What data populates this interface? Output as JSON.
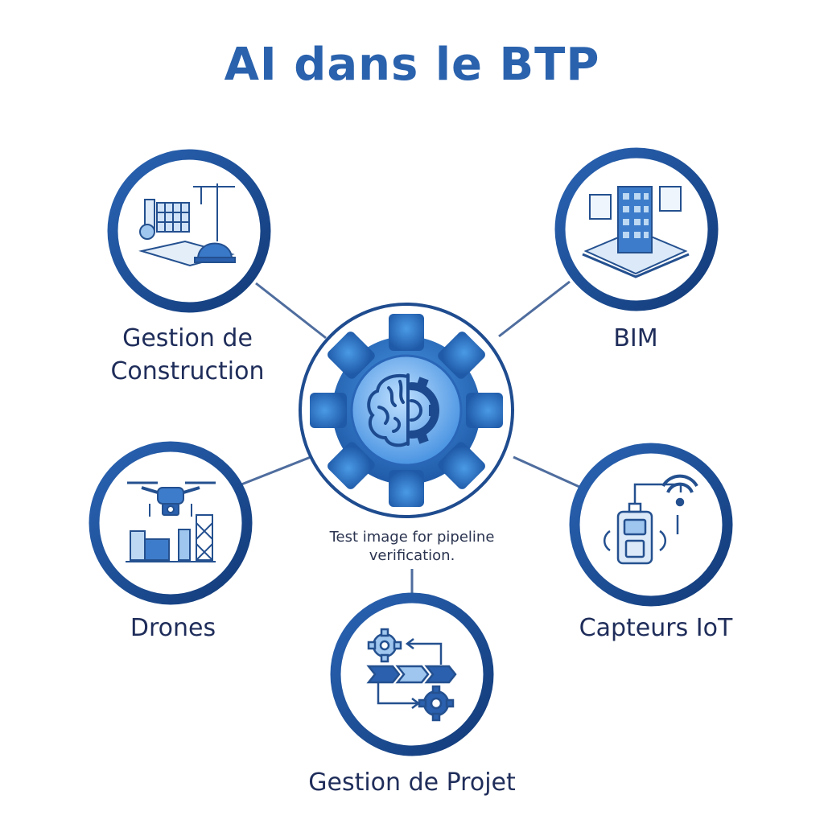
{
  "title": "AI dans le BTP",
  "colors": {
    "title": "#2a62ad",
    "ring": "#1d4a8e",
    "accent": "#2f74c9",
    "label": "#1f2d5a"
  },
  "center": {
    "icon": "brain-gear-icon",
    "caption": "Test image for pipeline verification."
  },
  "nodes": [
    {
      "label": "Gestion de Construction",
      "line1": "Gestion de",
      "line2": "Construction",
      "icon": "construction-site-icon"
    },
    {
      "label": "BIM",
      "icon": "bim-building-tablet-icon"
    },
    {
      "label": "Drones",
      "icon": "drone-icon"
    },
    {
      "label": "Capteurs IoT",
      "icon": "iot-sensor-icon"
    },
    {
      "label": "Gestion de Projet",
      "icon": "project-workflow-icon"
    }
  ]
}
